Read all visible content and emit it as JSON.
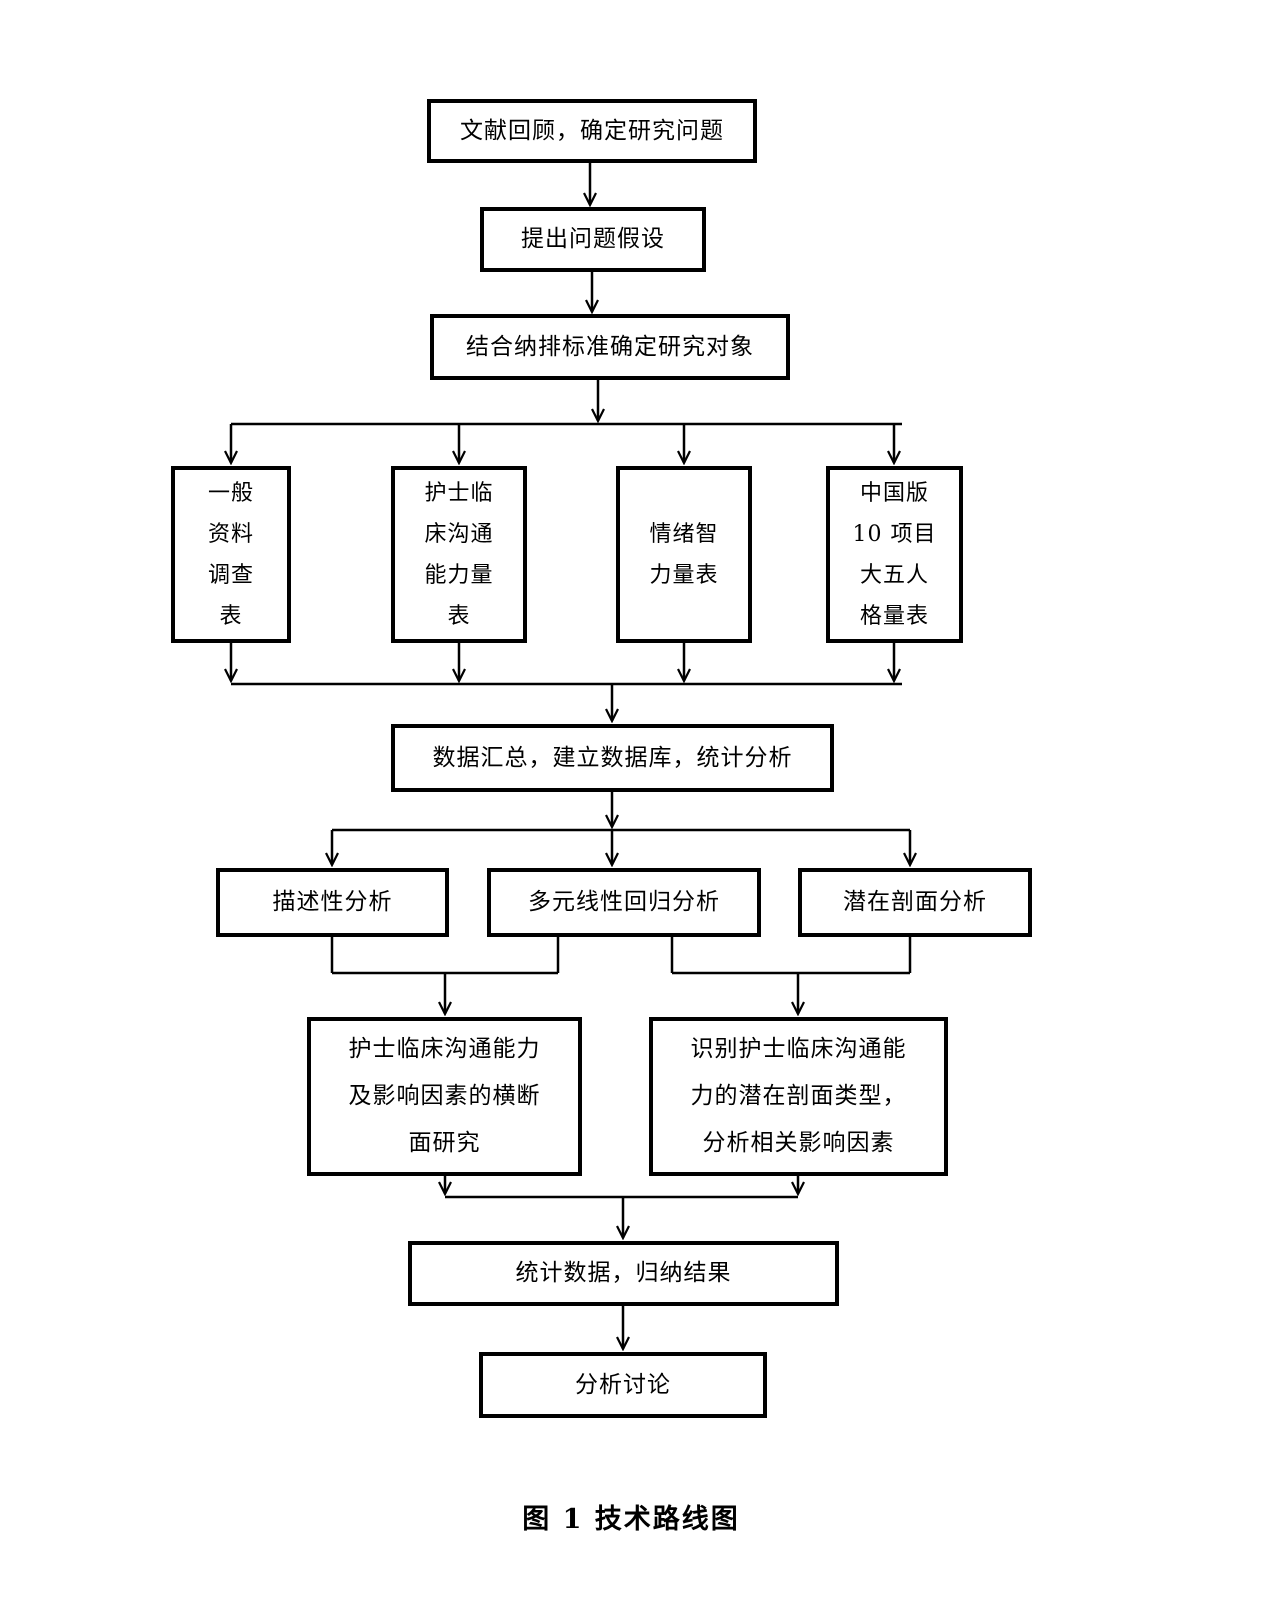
{
  "figure_caption": "图 1 技术路线图",
  "nodes": {
    "literature_review": "文献回顾，确定研究问题",
    "hypothesis": "提出问题假设",
    "criteria": "结合纳排标准确定研究对象",
    "general_info_form": "一般\n资料\n调查\n表",
    "nurse_communication_scale": "护士临\n床沟通\n能力量\n表",
    "emotional_intelligence_scale": "情绪智\n力量表",
    "big_five_scale": "中国版\n10 项目\n大五人\n格量表",
    "data_summary": "数据汇总，建立数据库，统计分析",
    "descriptive_analysis": "描述性分析",
    "regression_analysis": "多元线性回归分析",
    "latent_profile_analysis": "潜在剖面分析",
    "cross_sectional_study": "护士临床沟通能力\n及影响因素的横断\n面研究",
    "identify_profiles": "识别护士临床沟通能\n力的潜在剖面类型，\n分析相关影响因素",
    "statistics_results": "统计数据，归纳结果",
    "discussion": "分析讨论"
  },
  "colors": {
    "line": "#000000",
    "background": "#ffffff"
  }
}
